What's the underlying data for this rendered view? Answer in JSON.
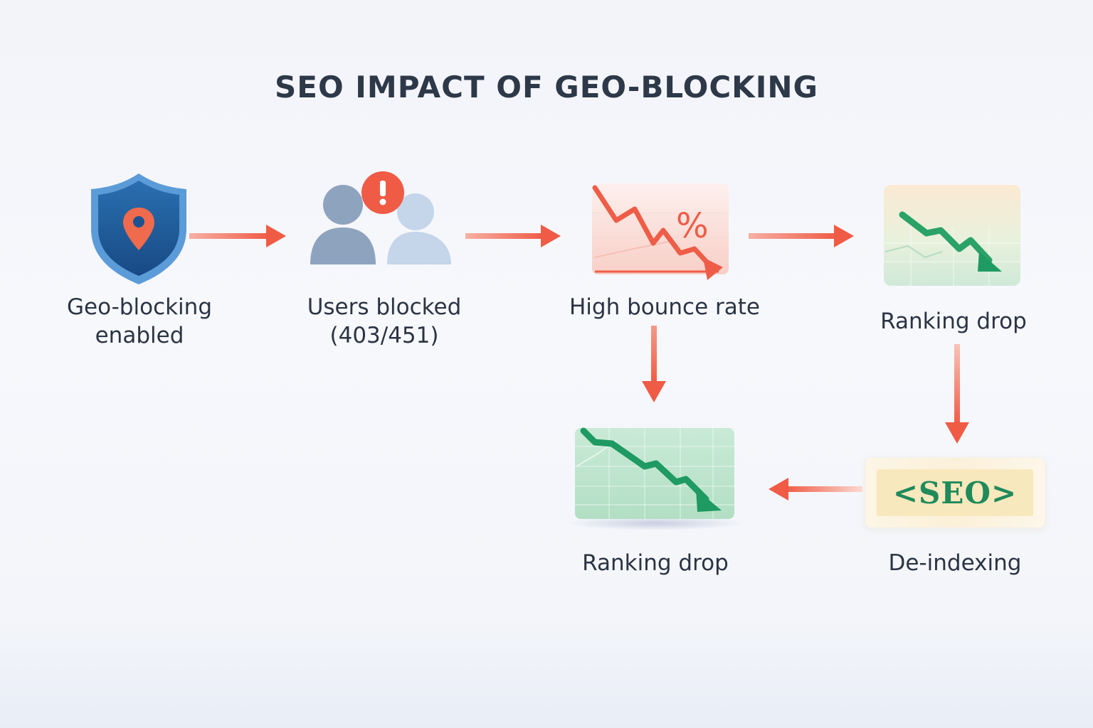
{
  "title": "SEO IMPACT OF GEO-BLOCKING",
  "nodes": {
    "geo_blocking": {
      "line1": "Geo-blocking",
      "line2": "enabled",
      "icon": "shield-location-icon"
    },
    "users_blocked": {
      "line1": "Users blocked",
      "line2": "(403/451)",
      "icon": "users-alert-icon"
    },
    "bounce": {
      "label": "High bounce rate",
      "symbol": "%",
      "icon": "falling-chart-icon"
    },
    "ranking_top": {
      "label": "Ranking drop",
      "icon": "green-falling-chart-icon"
    },
    "ranking_bottom": {
      "label": "Ranking drop",
      "icon": "green-falling-chart-icon"
    },
    "deindexing": {
      "label": "De-indexing",
      "tag": "<SEO>",
      "icon": "seo-tag-icon"
    },
    "alert_mark": "!"
  },
  "colors": {
    "arrow": "#ef5b45",
    "shield": "#1f5d99",
    "pin": "#f06a4e",
    "green": "#1e9a62",
    "red_line": "#ee5d47"
  }
}
